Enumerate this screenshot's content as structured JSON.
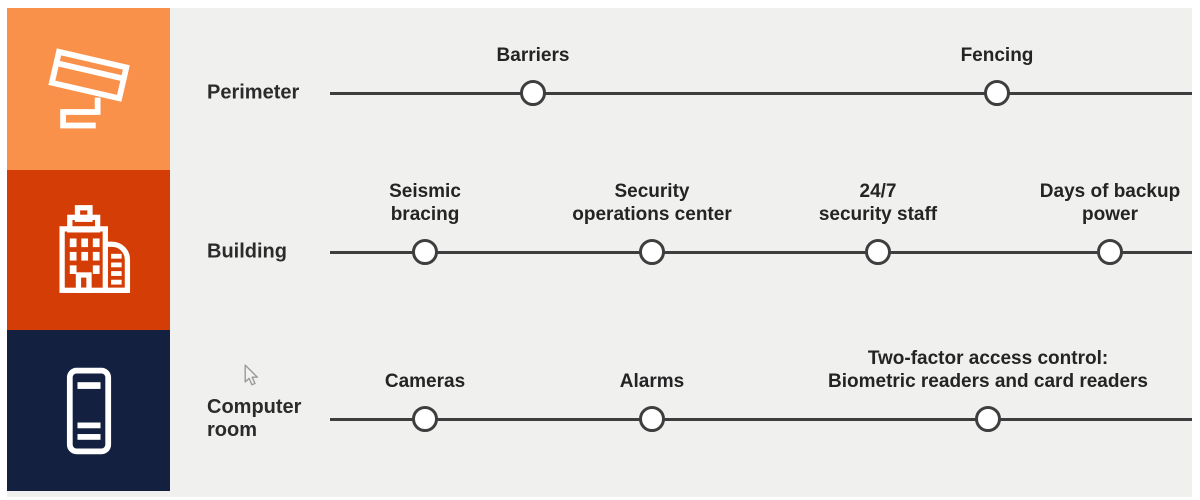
{
  "colors": {
    "page_background": "#FFFFFF",
    "panel_background": "#F0F0EF",
    "tile_perimeter": "#F9914A",
    "tile_building": "#D43E06",
    "tile_computer_room": "#13203F",
    "timeline_line": "#3E3E3E",
    "text": "#242424",
    "icon": "#FFFFFF"
  },
  "icons": {
    "perimeter": "cctv-camera-icon",
    "building": "building-icon",
    "computer_room": "server-tower-icon",
    "pointer": "mouse-cursor-icon"
  },
  "rows": [
    {
      "label": "Perimeter",
      "nodes": [
        {
          "label": "Barriers"
        },
        {
          "label": "Fencing"
        }
      ]
    },
    {
      "label": "Building",
      "nodes": [
        {
          "label": "Seismic\nbracing"
        },
        {
          "label": "Security\noperations center"
        },
        {
          "label": "24/7\nsecurity staff"
        },
        {
          "label": "Days of backup\npower"
        }
      ]
    },
    {
      "label": "Computer\nroom",
      "nodes": [
        {
          "label": "Cameras"
        },
        {
          "label": "Alarms"
        },
        {
          "label": "Two-factor access control:\nBiometric readers and card readers"
        }
      ]
    }
  ]
}
